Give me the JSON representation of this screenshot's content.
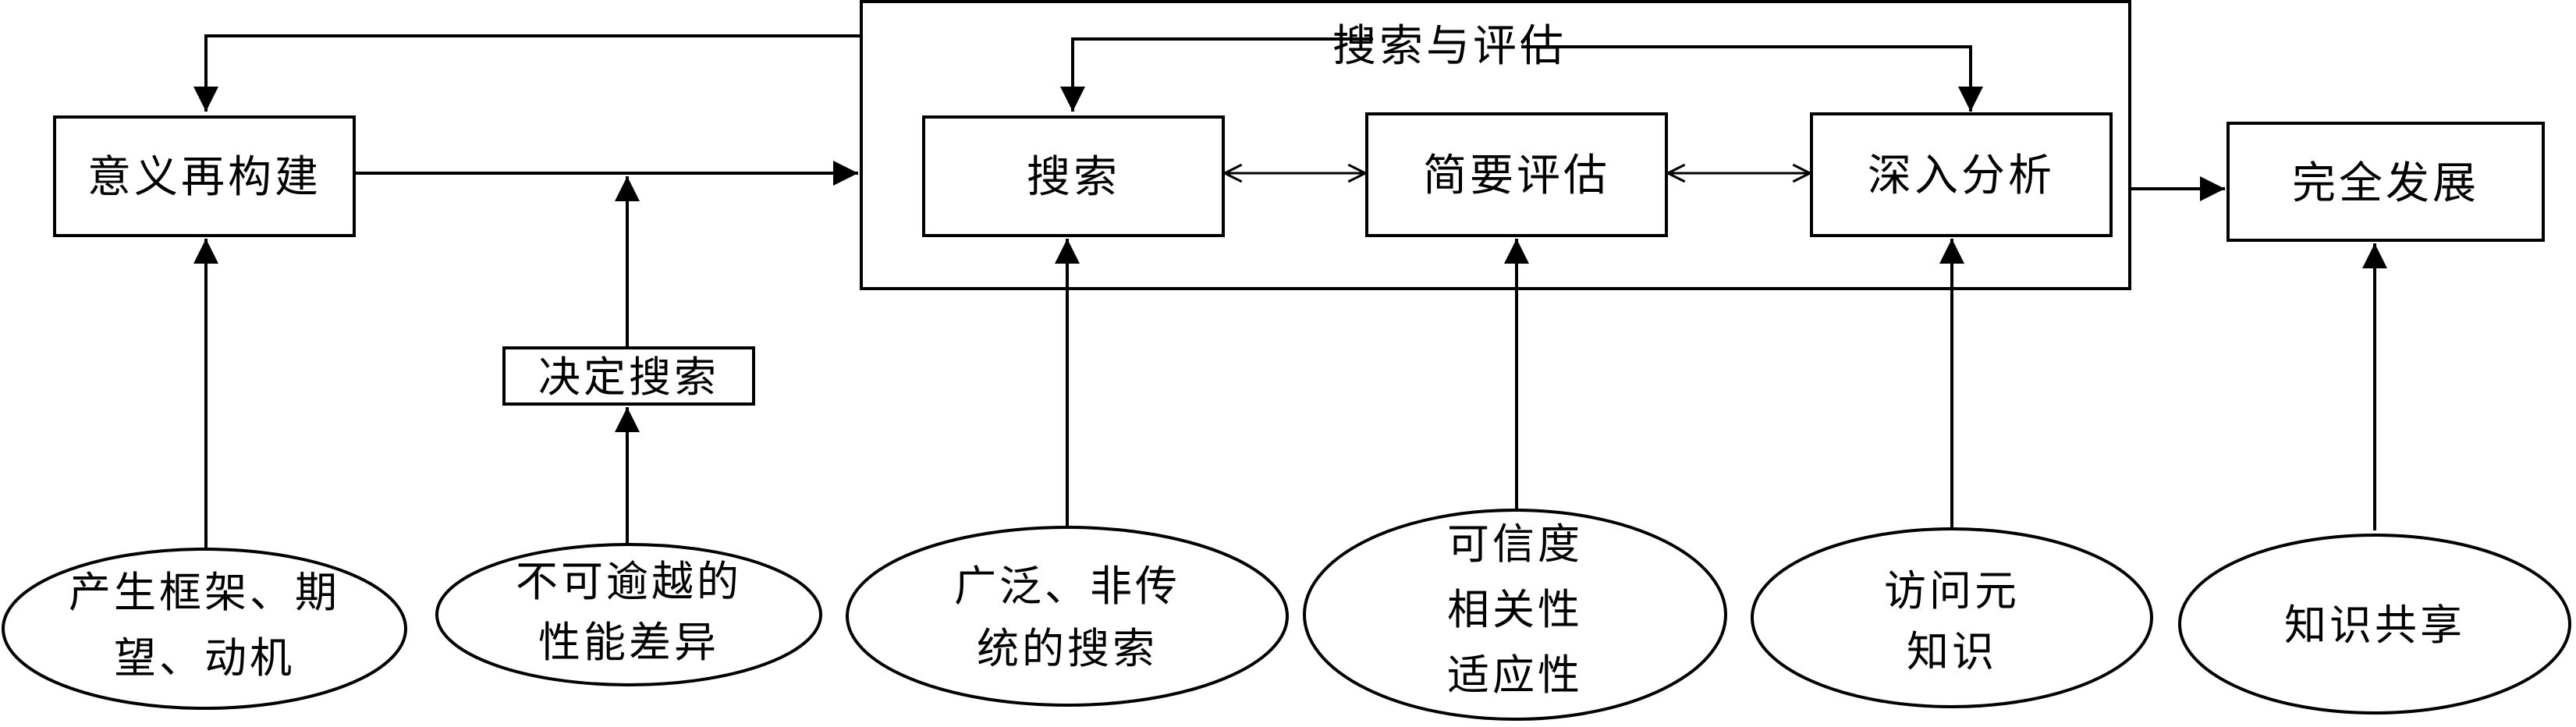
{
  "top_box": {
    "label": "搜索与评估"
  },
  "boxes": {
    "meaning_reconstruction": "意义再构建",
    "decide_search": "决定搜索",
    "search": "搜索",
    "brief_evaluation": "简要评估",
    "deep_analysis": "深入分析",
    "full_development": "完全发展"
  },
  "ellipses": {
    "frames": [
      "产生框架、期",
      "望、动机"
    ],
    "performance_gap": [
      "不可逾越的",
      "性能差异"
    ],
    "broad_search": [
      "广泛、非传",
      "统的搜索"
    ],
    "criteria": [
      "可信度",
      "相关性",
      "适应性"
    ],
    "meta_knowledge": [
      "访问元",
      "知识"
    ],
    "knowledge_sharing": [
      "知识共享"
    ]
  },
  "colors": {
    "stroke": "#000000",
    "background": "#ffffff"
  }
}
